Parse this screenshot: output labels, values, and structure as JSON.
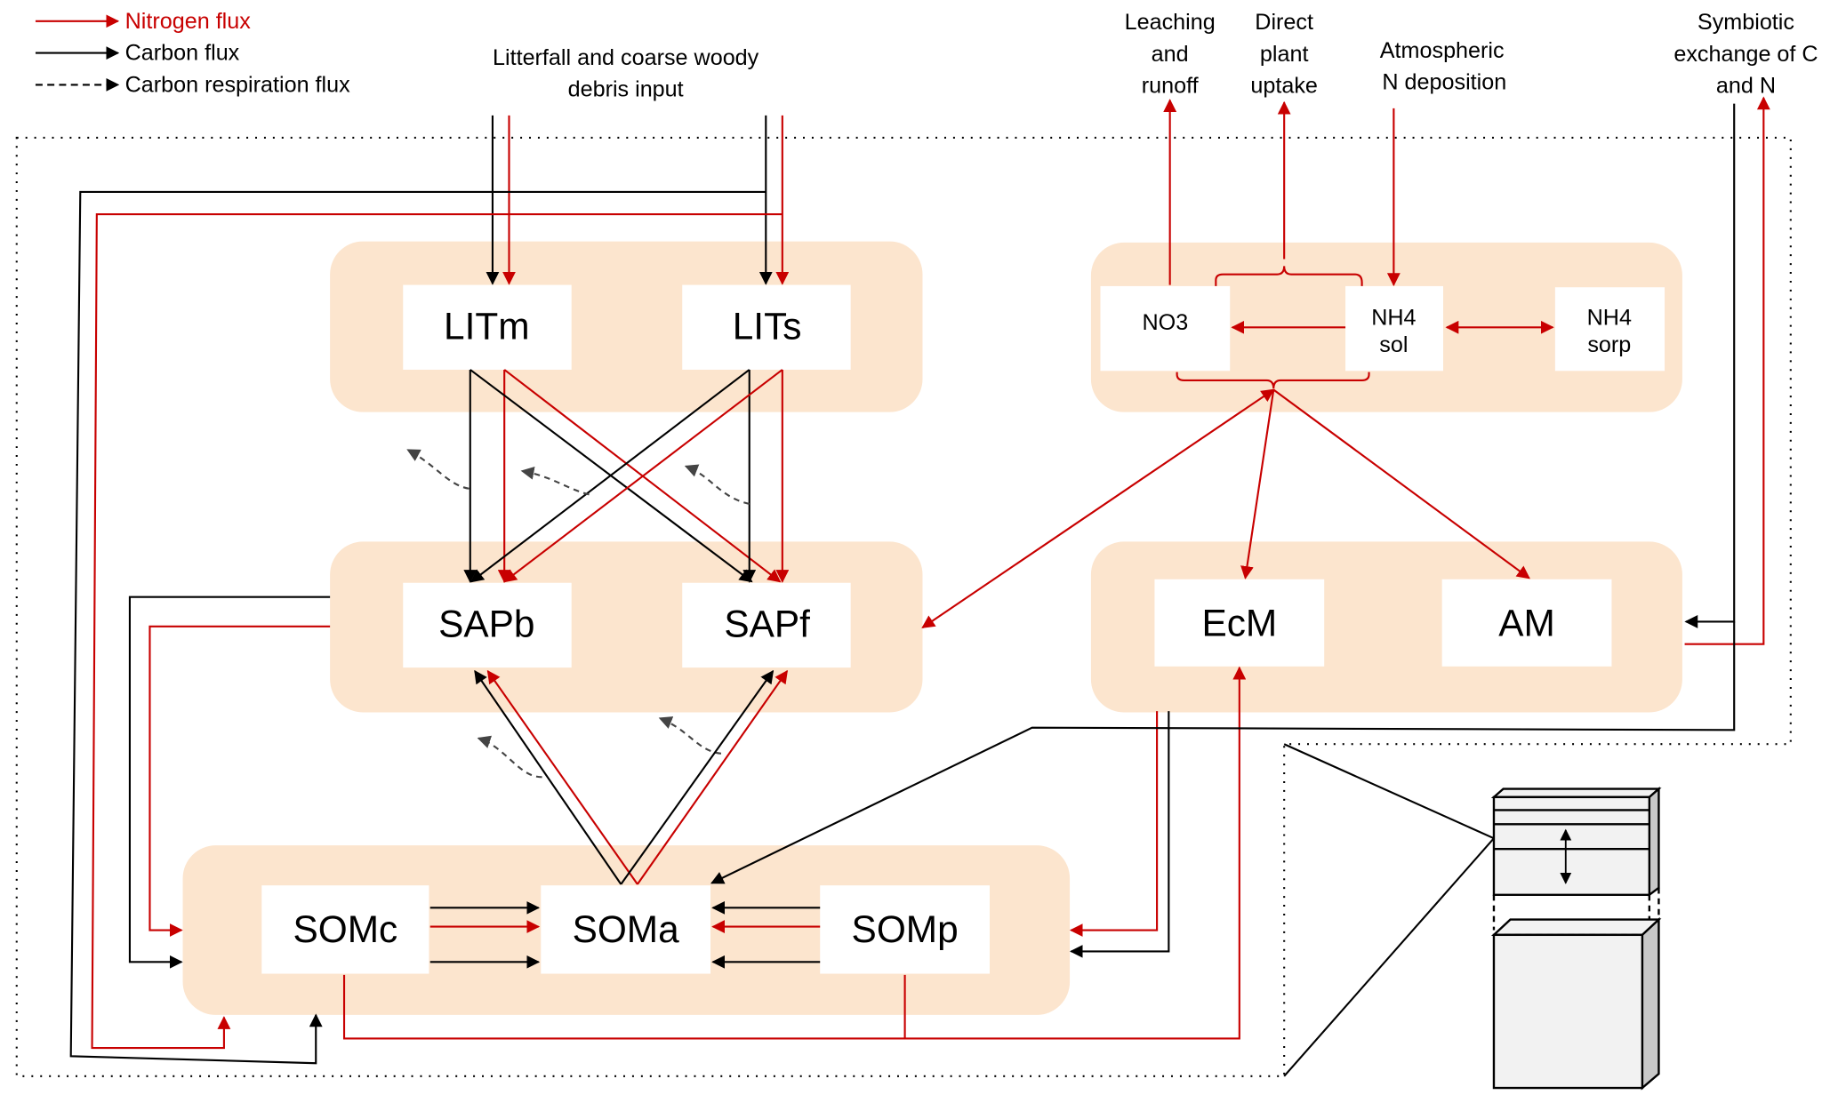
{
  "legend": {
    "nitrogen": "Nitrogen flux",
    "carbon": "Carbon flux",
    "respiration": "Carbon respiration flux"
  },
  "colors": {
    "nitrogen": "#c80000",
    "carbon": "#000000",
    "panel": "#fce5ce"
  },
  "inputs": {
    "litterfall_1": "Litterfall and coarse woody",
    "litterfall_2": "debris input",
    "leaching_1": "Leaching",
    "leaching_2": "and",
    "leaching_3": "runoff",
    "uptake_1": "Direct",
    "uptake_2": "plant",
    "uptake_3": "uptake",
    "deposition_1": "Atmospheric",
    "deposition_2": "N deposition",
    "symbiotic_1": "Symbiotic",
    "symbiotic_2": "exchange of C",
    "symbiotic_3": "and N"
  },
  "pools": {
    "litm": "LITm",
    "lits": "LITs",
    "sapb": "SAPb",
    "sapf": "SAPf",
    "somc": "SOMc",
    "soma": "SOMa",
    "somp": "SOMp",
    "ecm": "EcM",
    "am": "AM",
    "no3": "NO3",
    "nh4sol_1": "NH4",
    "nh4sol_2": "sol",
    "nh4sorp_1": "NH4",
    "nh4sorp_2": "sorp"
  }
}
